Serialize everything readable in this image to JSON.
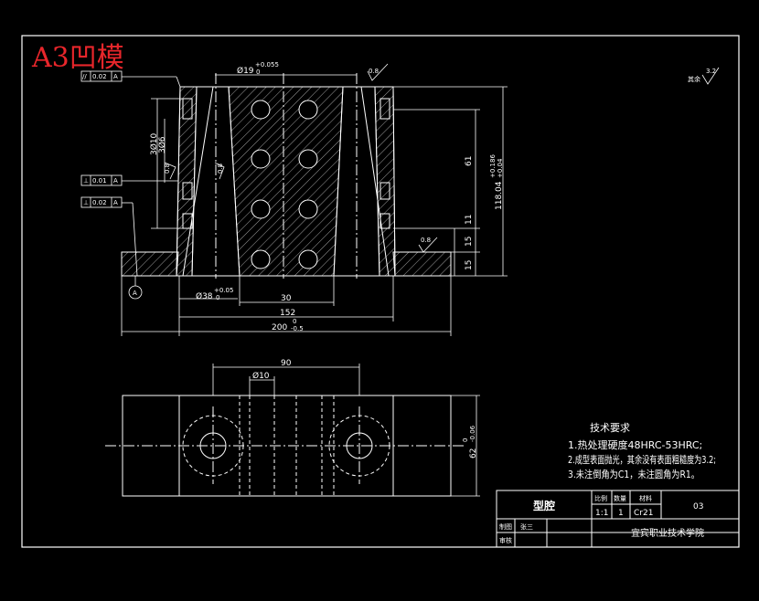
{
  "watermark": "A3凹模",
  "colors": {
    "background": "#000000",
    "lines": "#ffffff",
    "watermark": "#e8262b",
    "hatch": "#c8c8c8"
  },
  "front_view": {
    "datum_label": "A",
    "gdt_frames": [
      {
        "symbol": "//",
        "tol": "0.02",
        "datum": "A"
      },
      {
        "symbol": "⊥",
        "tol": "0.01",
        "datum": "A"
      },
      {
        "symbol": "⊥",
        "tol": "0.02",
        "datum": "A"
      }
    ],
    "dims": {
      "top_bore": "Ø19",
      "top_bore_tol_upper": "+0.055",
      "top_bore_tol_lower": "0",
      "left_holes": "3Ø10",
      "left_holes_2": "3Ø6",
      "height_61": "61",
      "height_total": "118.04",
      "height_total_tol_upper": "+0.186",
      "height_total_tol_lower": "+0.04",
      "h_11": "11",
      "h_15a": "15",
      "h_15b": "15",
      "bottom_bore": "Ø38",
      "bottom_bore_tol_upper": "+0.05",
      "bottom_bore_tol_lower": "0",
      "w_30": "30",
      "w_152": "152",
      "w_200": "200",
      "w_200_tol_upper": "0",
      "w_200_tol_lower": "-0.5"
    },
    "roughness": [
      "0.8",
      "0.8",
      "0.8",
      "0.8"
    ]
  },
  "top_view": {
    "dims": {
      "w_90": "90",
      "hole": "Ø10",
      "height": "62",
      "height_tol_upper": "0",
      "height_tol_lower": "-0.06"
    }
  },
  "roughness_other": {
    "label": "其余",
    "value": "3.2"
  },
  "tech_requirements": {
    "title": "技术要求",
    "items": [
      "1.热处理硬度48HRC-53HRC;",
      "2.成型表面抛光，其余没有表面粗糙度为3.2;",
      "3.未注倒角为C1，未注圆角为R1。"
    ]
  },
  "title_block": {
    "part_name": "型腔",
    "col_scale": "比例",
    "col_qty": "数量",
    "col_material": "材料",
    "scale": "1:1",
    "qty": "1",
    "material": "Cr21",
    "drawing_no": "03",
    "row_drawn": "制图",
    "row_review": "审核",
    "row_drawn_val": "张三",
    "school": "宜宾职业技术学院"
  }
}
